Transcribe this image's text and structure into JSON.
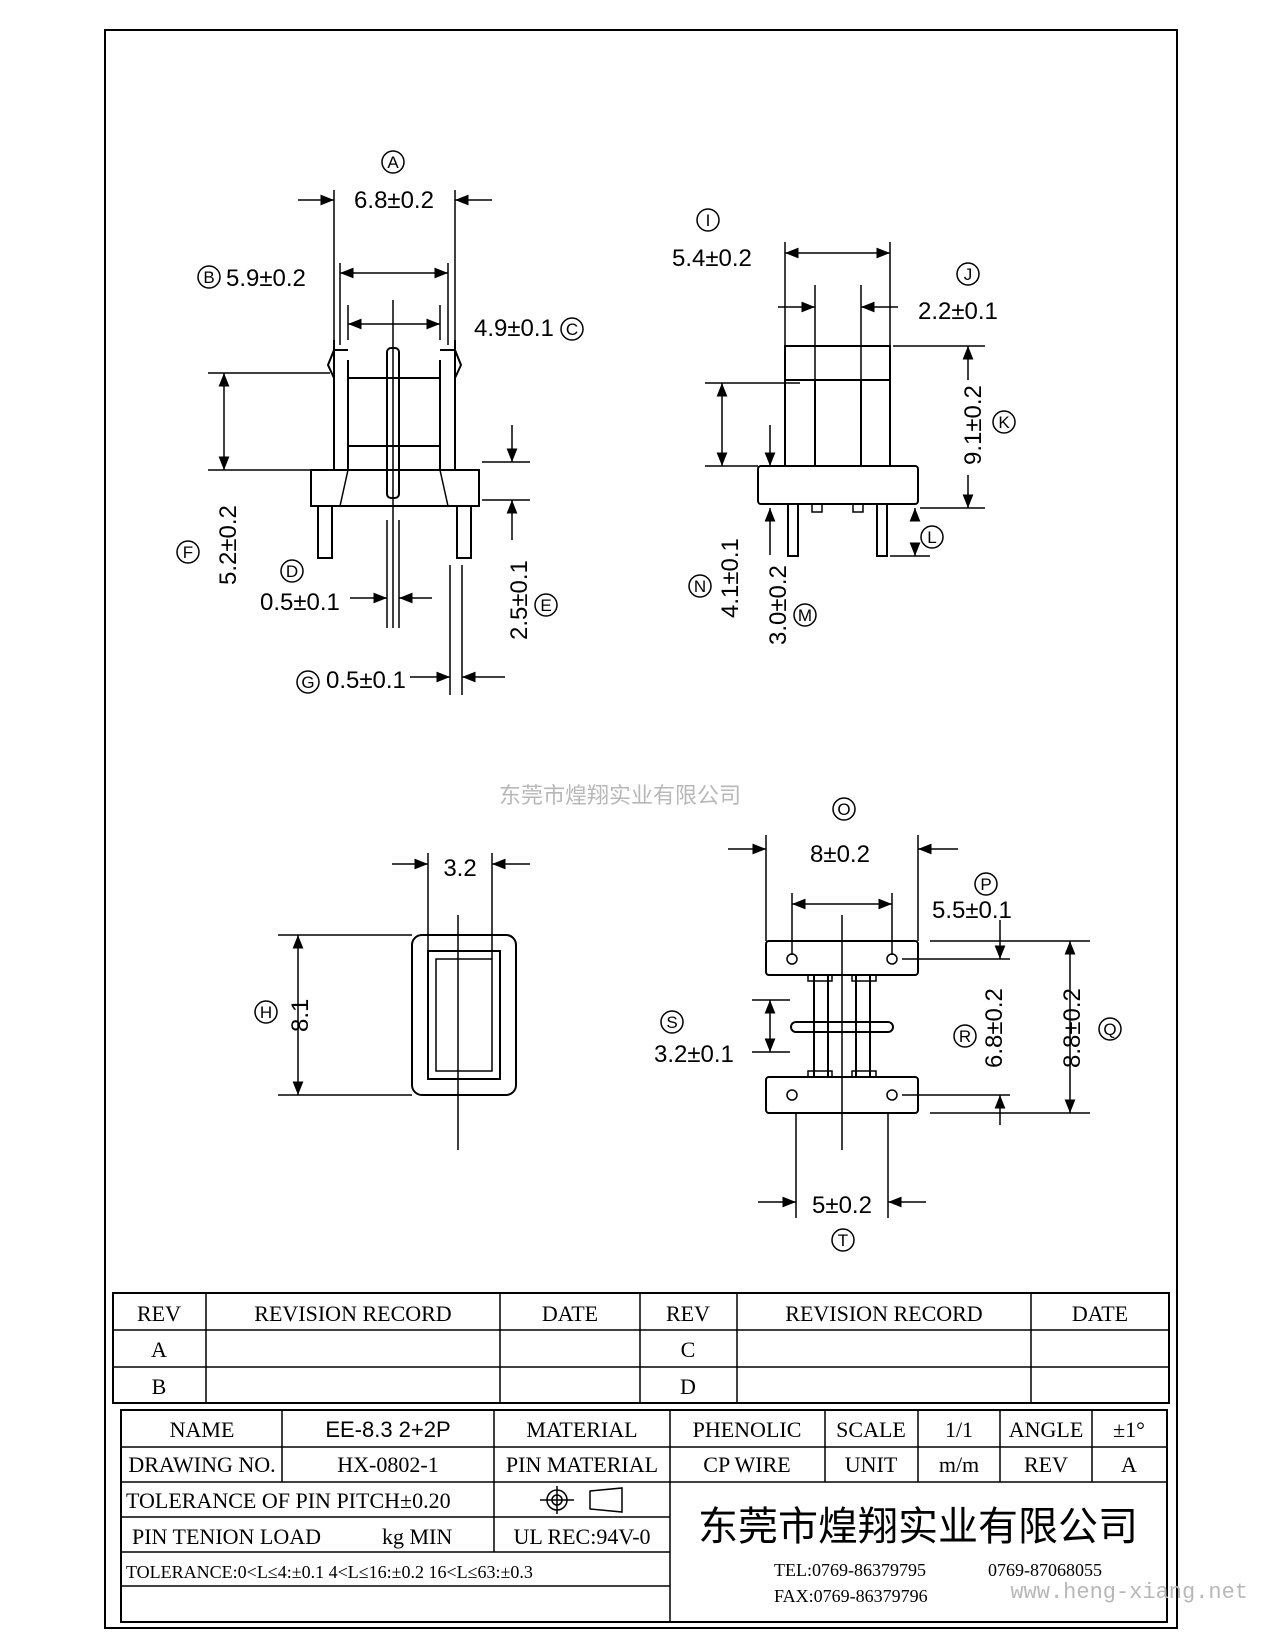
{
  "dimensions": {
    "A": {
      "marker": "A",
      "label": "6.8±0.2"
    },
    "B": {
      "marker": "B",
      "label": "5.9±0.2"
    },
    "C": {
      "marker": "C",
      "label": "4.9±0.1"
    },
    "D": {
      "marker": "D",
      "label": "0.5±0.1"
    },
    "E": {
      "marker": "E",
      "label": "2.5±0.1"
    },
    "F": {
      "marker": "F",
      "label": "5.2±0.2"
    },
    "G": {
      "marker": "G",
      "label": "0.5±0.1"
    },
    "H": {
      "marker": "H",
      "label": "8.1"
    },
    "I": {
      "marker": "I",
      "label": "5.4±0.2"
    },
    "J": {
      "marker": "J",
      "label": "2.2±0.1"
    },
    "K": {
      "marker": "K",
      "label": "9.1±0.2"
    },
    "L": {
      "marker": "L",
      "label": ""
    },
    "M": {
      "marker": "M",
      "label": "3.0±0.2"
    },
    "N": {
      "marker": "N",
      "label": "4.1±0.1"
    },
    "O": {
      "marker": "O",
      "label": "8±0.2"
    },
    "P": {
      "marker": "P",
      "label": "5.5±0.1"
    },
    "Q": {
      "marker": "Q",
      "label": "8.8±0.2"
    },
    "R": {
      "marker": "R",
      "label": "6.8±0.2"
    },
    "S": {
      "marker": "S",
      "label": "3.2±0.1"
    },
    "T": {
      "marker": "T",
      "label": "5±0.2"
    },
    "top_view_width": "3.2"
  },
  "watermark_center": "东莞市煌翔实业有限公司",
  "watermark_site": "www.heng-xiang.net",
  "revision_table": {
    "headers": [
      "REV",
      "REVISION RECORD",
      "DATE",
      "REV",
      "REVISION RECORD",
      "DATE"
    ],
    "rows": [
      [
        "A",
        "",
        "",
        "C",
        "",
        ""
      ],
      [
        "B",
        "",
        "",
        "D",
        "",
        ""
      ]
    ]
  },
  "title_block": {
    "name_label": "NAME",
    "name_value": "EE-8.3 2+2P",
    "material_label": "MATERIAL",
    "material_value": "PHENOLIC",
    "scale_label": "SCALE",
    "scale_value": "1/1",
    "angle_label": "ANGLE",
    "angle_value": "±1°",
    "drawing_no_label": "DRAWING NO.",
    "drawing_no_value": "HX-0802-1",
    "pin_material_label": "PIN MATERIAL",
    "pin_material_value": "CP WIRE",
    "unit_label": "UNIT",
    "unit_value": "m/m",
    "rev_label": "REV",
    "rev_value": "A",
    "tolerance_pin_pitch": "TOLERANCE OF PIN PITCH±0.20",
    "pin_tension_label": "PIN TENION LOAD",
    "pin_tension_unit": "kg MIN",
    "ul_rec": "UL REC:94V-0",
    "tolerance_general": "TOLERANCE:0<L≤4:±0.1  4<L≤16:±0.2  16<L≤63:±0.3",
    "company": "东莞市煌翔实业有限公司",
    "tel1": "TEL:0769-86379795",
    "tel2": "0769-87068055",
    "fax": "FAX:0769-86379796"
  }
}
